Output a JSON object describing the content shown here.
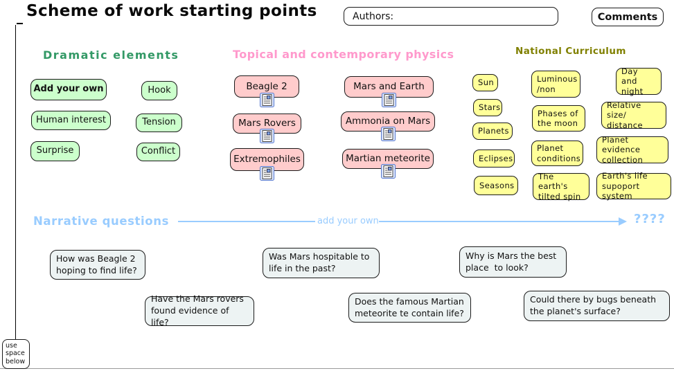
{
  "header": {
    "title": "Scheme of work starting points",
    "authors_label": "Authors:",
    "comments_button": "Comments"
  },
  "sections": {
    "dramatic": {
      "heading": "Dramatic elements",
      "items": [
        "Add your own",
        "Hook",
        "Human interest",
        "Tension",
        "Surprise",
        "Conflict"
      ]
    },
    "topical": {
      "heading": "Topical and contemporary physics",
      "items": [
        "Beagle 2",
        "Mars and Earth",
        "Mars Rovers",
        "Ammonia on Mars",
        "Extremophiles",
        "Martian meteorite"
      ],
      "attachment_icon": "document-icon"
    },
    "curriculum": {
      "heading": "National Curriculum",
      "items": [
        "Sun",
        "Stars",
        "Planets",
        "Eclipses",
        "Seasons",
        "Luminous /non",
        "Phases of the moon",
        "Planet conditions",
        "The earth's tilted spin",
        "Day and night",
        "Relative size/ distance",
        "Planet evidence collection",
        "Earth's life supoport system"
      ]
    },
    "narrative": {
      "heading": "Narrative questions",
      "inline_label": "add your own",
      "terminal_label": "????",
      "questions": [
        "How was Beagle 2 hoping to find life?",
        "Was Mars hospitable to life in the past?",
        "Why is Mars the best place  to look?",
        "Have the Mars rovers found evidence of life?",
        "Does the famous Martian meteorite te contain life?",
        "Could there by bugs beneath the planet's surface?"
      ]
    }
  },
  "footer": {
    "use_space_note": "use space below"
  },
  "colors": {
    "dramatic_heading": "#339966",
    "dramatic_fill": "#ccffcc",
    "topical_heading": "#ff99cc",
    "topical_fill": "#ffcccc",
    "curriculum_heading": "#808000",
    "curriculum_fill": "#ffff99",
    "narrative_accent": "#99ccff",
    "question_fill": "#edf3f3",
    "border": "#1a1a1a"
  }
}
